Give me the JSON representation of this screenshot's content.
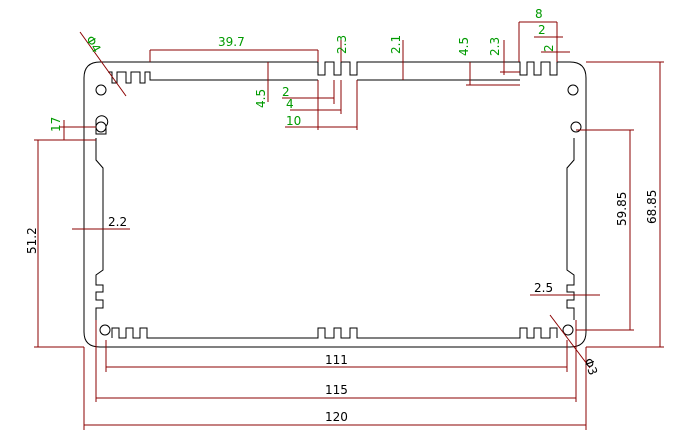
{
  "colors": {
    "background": "#ffffff",
    "profile": "#000000",
    "dimension": "#8b0000",
    "label_top": "#009a00",
    "label_body": "#000000"
  },
  "labels": {
    "top_radius": "Φ4",
    "top_length": "39.7",
    "top_slot_depth_a": "4.5",
    "top_slot_width_a": "2",
    "top_slot_gap_a": "4",
    "top_slot_span_a": "10",
    "top_lip_a": "2.3",
    "top_wall": "2.1",
    "top_slot_depth_b": "4.5",
    "top_lip_b": "2.3",
    "top_right_span": "8",
    "top_right_slot_a": "2",
    "top_right_slot_b": "2",
    "corner_height": "17",
    "inner_wall": "2.2",
    "left_height": "51.2",
    "inner_height": "59.85",
    "outer_height": "68.85",
    "right_wall": "2.5",
    "bottom_radius": "Φ3",
    "width_inner": "111",
    "width_mid": "115",
    "width_outer": "120"
  }
}
